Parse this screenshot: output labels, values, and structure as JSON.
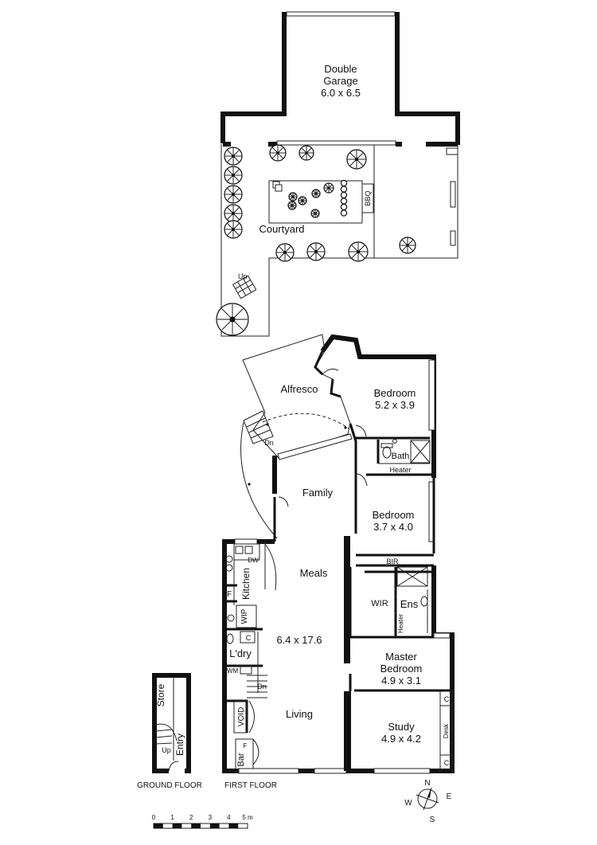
{
  "rooms": {
    "double_garage": {
      "name": "Double Garage",
      "line1": "Double",
      "line2": "Garage",
      "size": "6.0 x 6.5"
    },
    "courtyard": {
      "name": "Courtyard"
    },
    "bbq": {
      "name": "BBQ"
    },
    "alfresco": {
      "name": "Alfresco"
    },
    "bedroom1": {
      "name": "Bedroom",
      "size": "5.2 x 3.9"
    },
    "bath": {
      "name": "Bath"
    },
    "heater1": {
      "name": "Heater"
    },
    "family": {
      "name": "Family"
    },
    "bedroom2": {
      "name": "Bedroom",
      "size": "3.7 x 4.0"
    },
    "bir": {
      "name": "BIR"
    },
    "meals": {
      "name": "Meals"
    },
    "kitchen": {
      "name": "Kitchen"
    },
    "dw": {
      "name": "DW"
    },
    "fridge": {
      "name": "F"
    },
    "wip": {
      "name": "WIP"
    },
    "wir": {
      "name": "WIR"
    },
    "ens": {
      "name": "Ens"
    },
    "heater2": {
      "name": "Heater"
    },
    "cupboard1": {
      "name": "C"
    },
    "laundry": {
      "name": "L'dry"
    },
    "wm": {
      "name": "WM"
    },
    "living_dims": {
      "size": "6.4 x 17.6"
    },
    "master_bedroom": {
      "line1": "Master",
      "line2": "Bedroom",
      "size": "4.9 x 3.1"
    },
    "void": {
      "name": "VOID"
    },
    "living": {
      "name": "Living"
    },
    "study": {
      "name": "Study",
      "size": "4.9 x 4.2"
    },
    "desk": {
      "name": "Desk"
    },
    "cupboard2": {
      "name": "C"
    },
    "cupboard3": {
      "name": "C"
    },
    "bar": {
      "name": "Bar"
    },
    "bar_fridge": {
      "name": "F"
    },
    "store": {
      "name": "Store"
    },
    "entry": {
      "name": "Entry"
    }
  },
  "stairs": {
    "up_courtyard": "Up",
    "dn_alfresco": "Dn",
    "dn_living": "Dn",
    "up_entry": "Up"
  },
  "floor_labels": {
    "ground": "GROUND FLOOR",
    "first": "FIRST FLOOR"
  },
  "compass": {
    "n": "N",
    "e": "E",
    "s": "S",
    "w": "W"
  },
  "scale": {
    "ticks": [
      "0",
      "1",
      "2",
      "3",
      "4",
      "5 m"
    ]
  }
}
